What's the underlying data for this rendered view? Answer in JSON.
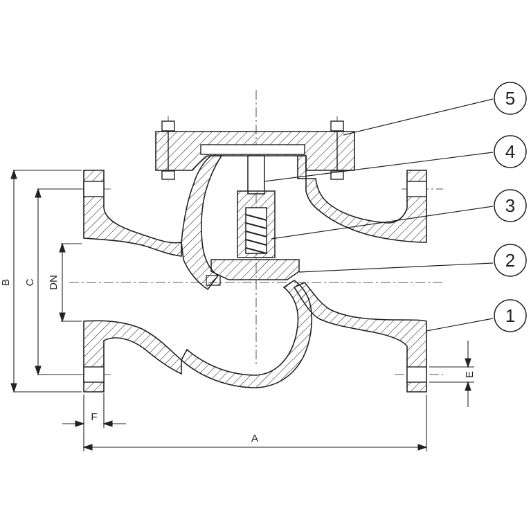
{
  "dimensions": {
    "A": "A",
    "B": "B",
    "C": "C",
    "DN": "DN",
    "E": "E",
    "F": "F"
  },
  "callouts": [
    "1",
    "2",
    "3",
    "4",
    "5"
  ],
  "colors": {
    "line": "#222222",
    "hatch": "#333333",
    "background": "#ffffff"
  }
}
